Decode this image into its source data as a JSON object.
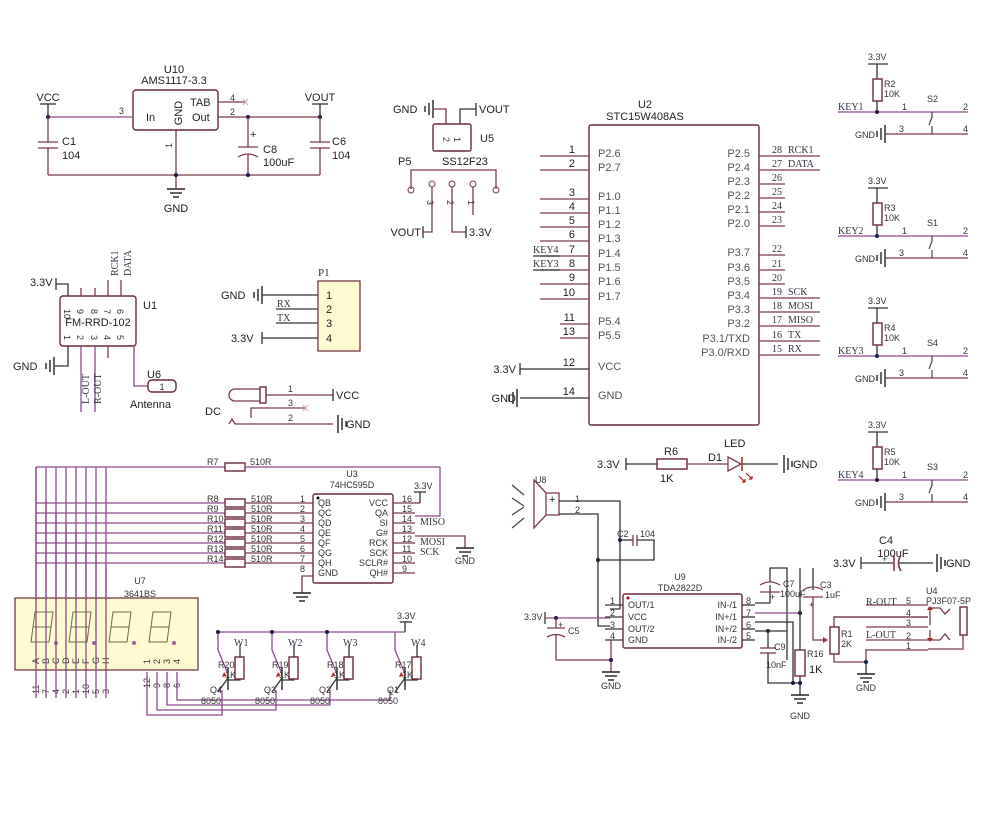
{
  "regulator": {
    "ref": "U10",
    "part": "AMS1117-3.3",
    "pin_in": "In",
    "pin_gnd": "GND",
    "pin_tab": "TAB",
    "pin_out": "Out",
    "pins": [
      "3",
      "1",
      "4",
      "2"
    ],
    "vcc": "VCC",
    "vout": "VOUT",
    "gnd": "GND",
    "caps": [
      {
        "ref": "C1",
        "value": "104"
      },
      {
        "ref": "C8",
        "value": "100uF"
      },
      {
        "ref": "C6",
        "value": "104"
      }
    ]
  },
  "switch": {
    "ref": "U5",
    "conn": "P5",
    "part": "SS12F23",
    "gnd": "GND",
    "vout": "VOUT",
    "out_vout": "VOUT",
    "out_33": "3.3V",
    "pins": [
      "2",
      "1",
      "3",
      "2",
      "1"
    ]
  },
  "mcu": {
    "ref": "U2",
    "part": "STC15W408AS",
    "left": [
      {
        "pin": "1",
        "name": "P2.6",
        "net": ""
      },
      {
        "pin": "2",
        "name": "P2.7",
        "net": ""
      },
      {
        "pin": "3",
        "name": "P1.0",
        "net": ""
      },
      {
        "pin": "4",
        "name": "P1.1",
        "net": ""
      },
      {
        "pin": "5",
        "name": "P1.2",
        "net": ""
      },
      {
        "pin": "6",
        "name": "P1.3",
        "net": ""
      },
      {
        "pin": "7",
        "name": "P1.4",
        "net": "KEY4"
      },
      {
        "pin": "8",
        "name": "P1.5",
        "net": "KEY3"
      },
      {
        "pin": "9",
        "name": "P1.6",
        "net": ""
      },
      {
        "pin": "10",
        "name": "P1.7",
        "net": ""
      },
      {
        "pin": "11",
        "name": "P5.4",
        "net": ""
      },
      {
        "pin": "13",
        "name": "P5.5",
        "net": ""
      },
      {
        "pin": "12",
        "name": "VCC",
        "net": "3.3V"
      },
      {
        "pin": "14",
        "name": "GND",
        "net": "GND"
      }
    ],
    "right": [
      {
        "pin": "28",
        "name": "P2.5",
        "net": "RCK1"
      },
      {
        "pin": "27",
        "name": "P2.4",
        "net": "DATA"
      },
      {
        "pin": "26",
        "name": "P2.3",
        "net": ""
      },
      {
        "pin": "25",
        "name": "P2.2",
        "net": ""
      },
      {
        "pin": "24",
        "name": "P2.1",
        "net": ""
      },
      {
        "pin": "23",
        "name": "P2.0",
        "net": ""
      },
      {
        "pin": "22",
        "name": "P3.7",
        "net": ""
      },
      {
        "pin": "21",
        "name": "P3.6",
        "net": ""
      },
      {
        "pin": "20",
        "name": "P3.5",
        "net": ""
      },
      {
        "pin": "19",
        "name": "P3.4",
        "net": "SCK"
      },
      {
        "pin": "18",
        "name": "P3.3",
        "net": "MOSI"
      },
      {
        "pin": "17",
        "name": "P3.2",
        "net": "MISO"
      },
      {
        "pin": "16",
        "name": "P3.1/TXD",
        "net": "TX"
      },
      {
        "pin": "15",
        "name": "P3.0/RXD",
        "net": "RX"
      }
    ]
  },
  "keys": [
    {
      "sw": "S2",
      "res": "R2",
      "val": "10K",
      "net": "KEY1",
      "vcc": "3.3V",
      "gnd": "GND",
      "pins": [
        "1",
        "2",
        "3",
        "4"
      ]
    },
    {
      "sw": "S1",
      "res": "R3",
      "val": "10K",
      "net": "KEY2",
      "vcc": "3.3V",
      "gnd": "GND",
      "pins": [
        "1",
        "2",
        "3",
        "4"
      ]
    },
    {
      "sw": "S4",
      "res": "R4",
      "val": "10K",
      "net": "KEY3",
      "vcc": "3.3V",
      "gnd": "GND",
      "pins": [
        "1",
        "2",
        "3",
        "4"
      ]
    },
    {
      "sw": "S3",
      "res": "R5",
      "val": "10K",
      "net": "KEY4",
      "vcc": "3.3V",
      "gnd": "GND",
      "pins": [
        "1",
        "2",
        "3",
        "4"
      ]
    }
  ],
  "radio": {
    "ref": "U1",
    "part": "FM-RRD-102",
    "top_pins": [
      "10",
      "9",
      "8",
      "7",
      "6"
    ],
    "bot_pins": [
      "1",
      "2",
      "3",
      "4",
      "5"
    ],
    "vcc": "3.3V",
    "gnd": "GND",
    "net_rck": "RCK1",
    "net_data": "DATA",
    "net_lout": "L-OUT",
    "net_rout": "R-OUT",
    "ant_ref": "U6",
    "ant_pin": "1",
    "ant_label": "Antenna"
  },
  "header": {
    "ref": "P1",
    "pins": [
      "1",
      "2",
      "3",
      "4"
    ],
    "gnd": "GND",
    "rx": "RX",
    "tx": "TX",
    "vcc": "3.3V"
  },
  "dcjack": {
    "label": "DC",
    "pins": [
      "1",
      "3",
      "2"
    ],
    "vcc": "VCC",
    "gnd": "GND"
  },
  "shift": {
    "ref": "U3",
    "part": "74HC595D",
    "r7": "R7",
    "r7val": "510R",
    "resistors": [
      {
        "ref": "R8",
        "val": "510R"
      },
      {
        "ref": "R9",
        "val": "510R"
      },
      {
        "ref": "R10",
        "val": "510R"
      },
      {
        "ref": "R11",
        "val": "510R"
      },
      {
        "ref": "R12",
        "val": "510R"
      },
      {
        "ref": "R13",
        "val": "510R"
      },
      {
        "ref": "R14",
        "val": "510R"
      }
    ],
    "left": [
      {
        "pin": "1",
        "name": "QB"
      },
      {
        "pin": "2",
        "name": "QC"
      },
      {
        "pin": "3",
        "name": "QD"
      },
      {
        "pin": "4",
        "name": "QE"
      },
      {
        "pin": "5",
        "name": "QF"
      },
      {
        "pin": "6",
        "name": "QG"
      },
      {
        "pin": "7",
        "name": "QH"
      },
      {
        "pin": "8",
        "name": "GND"
      }
    ],
    "right": [
      {
        "pin": "16",
        "name": "VCC",
        "net": ""
      },
      {
        "pin": "15",
        "name": "QA",
        "net": ""
      },
      {
        "pin": "14",
        "name": "SI",
        "net": "MISO"
      },
      {
        "pin": "13",
        "name": "G#",
        "net": ""
      },
      {
        "pin": "12",
        "name": "RCK",
        "net": "MOSI"
      },
      {
        "pin": "11",
        "name": "SCK",
        "net": "SCK"
      },
      {
        "pin": "10",
        "name": "SCLR#",
        "net": ""
      },
      {
        "pin": "9",
        "name": "QH#",
        "net": ""
      }
    ],
    "vcc": "3.3V",
    "gnd": "GND"
  },
  "display": {
    "ref": "U7",
    "part": "3641BS",
    "seg_labels": [
      "A",
      "B",
      "C",
      "D",
      "E",
      "F",
      "G",
      "H"
    ],
    "seg_pins": [
      "11",
      "7",
      "4",
      "2",
      "1",
      "10",
      "5",
      "3"
    ],
    "dig_labels": [
      "1",
      "2",
      "3",
      "4"
    ],
    "dig_pins": [
      "12",
      "9",
      "8",
      "6"
    ]
  },
  "drivers": [
    {
      "q": "Q4",
      "qval": "8050",
      "r": "R20",
      "rval": "1K",
      "w": "W1"
    },
    {
      "q": "Q3",
      "qval": "8050",
      "r": "R19",
      "rval": "1K",
      "w": "W2"
    },
    {
      "q": "Q2",
      "qval": "8050",
      "r": "R18",
      "rval": "1K",
      "w": "W3"
    },
    {
      "q": "Q1",
      "qval": "8050",
      "r": "R17",
      "rval": "1K",
      "w": "W4"
    }
  ],
  "drivers_vcc": "3.3V",
  "led": {
    "vcc": "3.3V",
    "res": "R6",
    "rval": "1K",
    "ref": "D1",
    "label": "LED",
    "gnd": "GND"
  },
  "amp": {
    "ref": "U9",
    "part": "TDA2822D",
    "speaker": "U8",
    "spk_pins": [
      "1",
      "2"
    ],
    "c2": "C2",
    "c2val": "104",
    "c5": "C5",
    "vcc": "3.3V",
    "gnd": "GND",
    "left": [
      {
        "pin": "1",
        "name": "OUT/1"
      },
      {
        "pin": "2",
        "name": "VCC"
      },
      {
        "pin": "3",
        "name": "OUT/2"
      },
      {
        "pin": "4",
        "name": "GND"
      }
    ],
    "right": [
      {
        "pin": "8",
        "name": "IN-/1"
      },
      {
        "pin": "7",
        "name": "IN+/1"
      },
      {
        "pin": "6",
        "name": "IN+/2"
      },
      {
        "pin": "5",
        "name": "IN-/2"
      }
    ],
    "c7": "C7",
    "c7val": "100uF",
    "c3": "C3",
    "c3val": "1uF",
    "c9": "C9",
    "c9val": "10nF",
    "r16": "R16",
    "r16val": "1K",
    "r1": "R1",
    "r1val": "2K"
  },
  "bulk": {
    "ref": "C4",
    "val": "100uF",
    "vcc": "3.3V",
    "gnd": "GND"
  },
  "jack": {
    "ref": "U4",
    "part": "PJ3F07-5P",
    "rout": "R-OUT",
    "lout": "L-OUT",
    "pins": [
      "5",
      "4",
      "3",
      "2",
      "1"
    ],
    "gnd": "GND"
  }
}
